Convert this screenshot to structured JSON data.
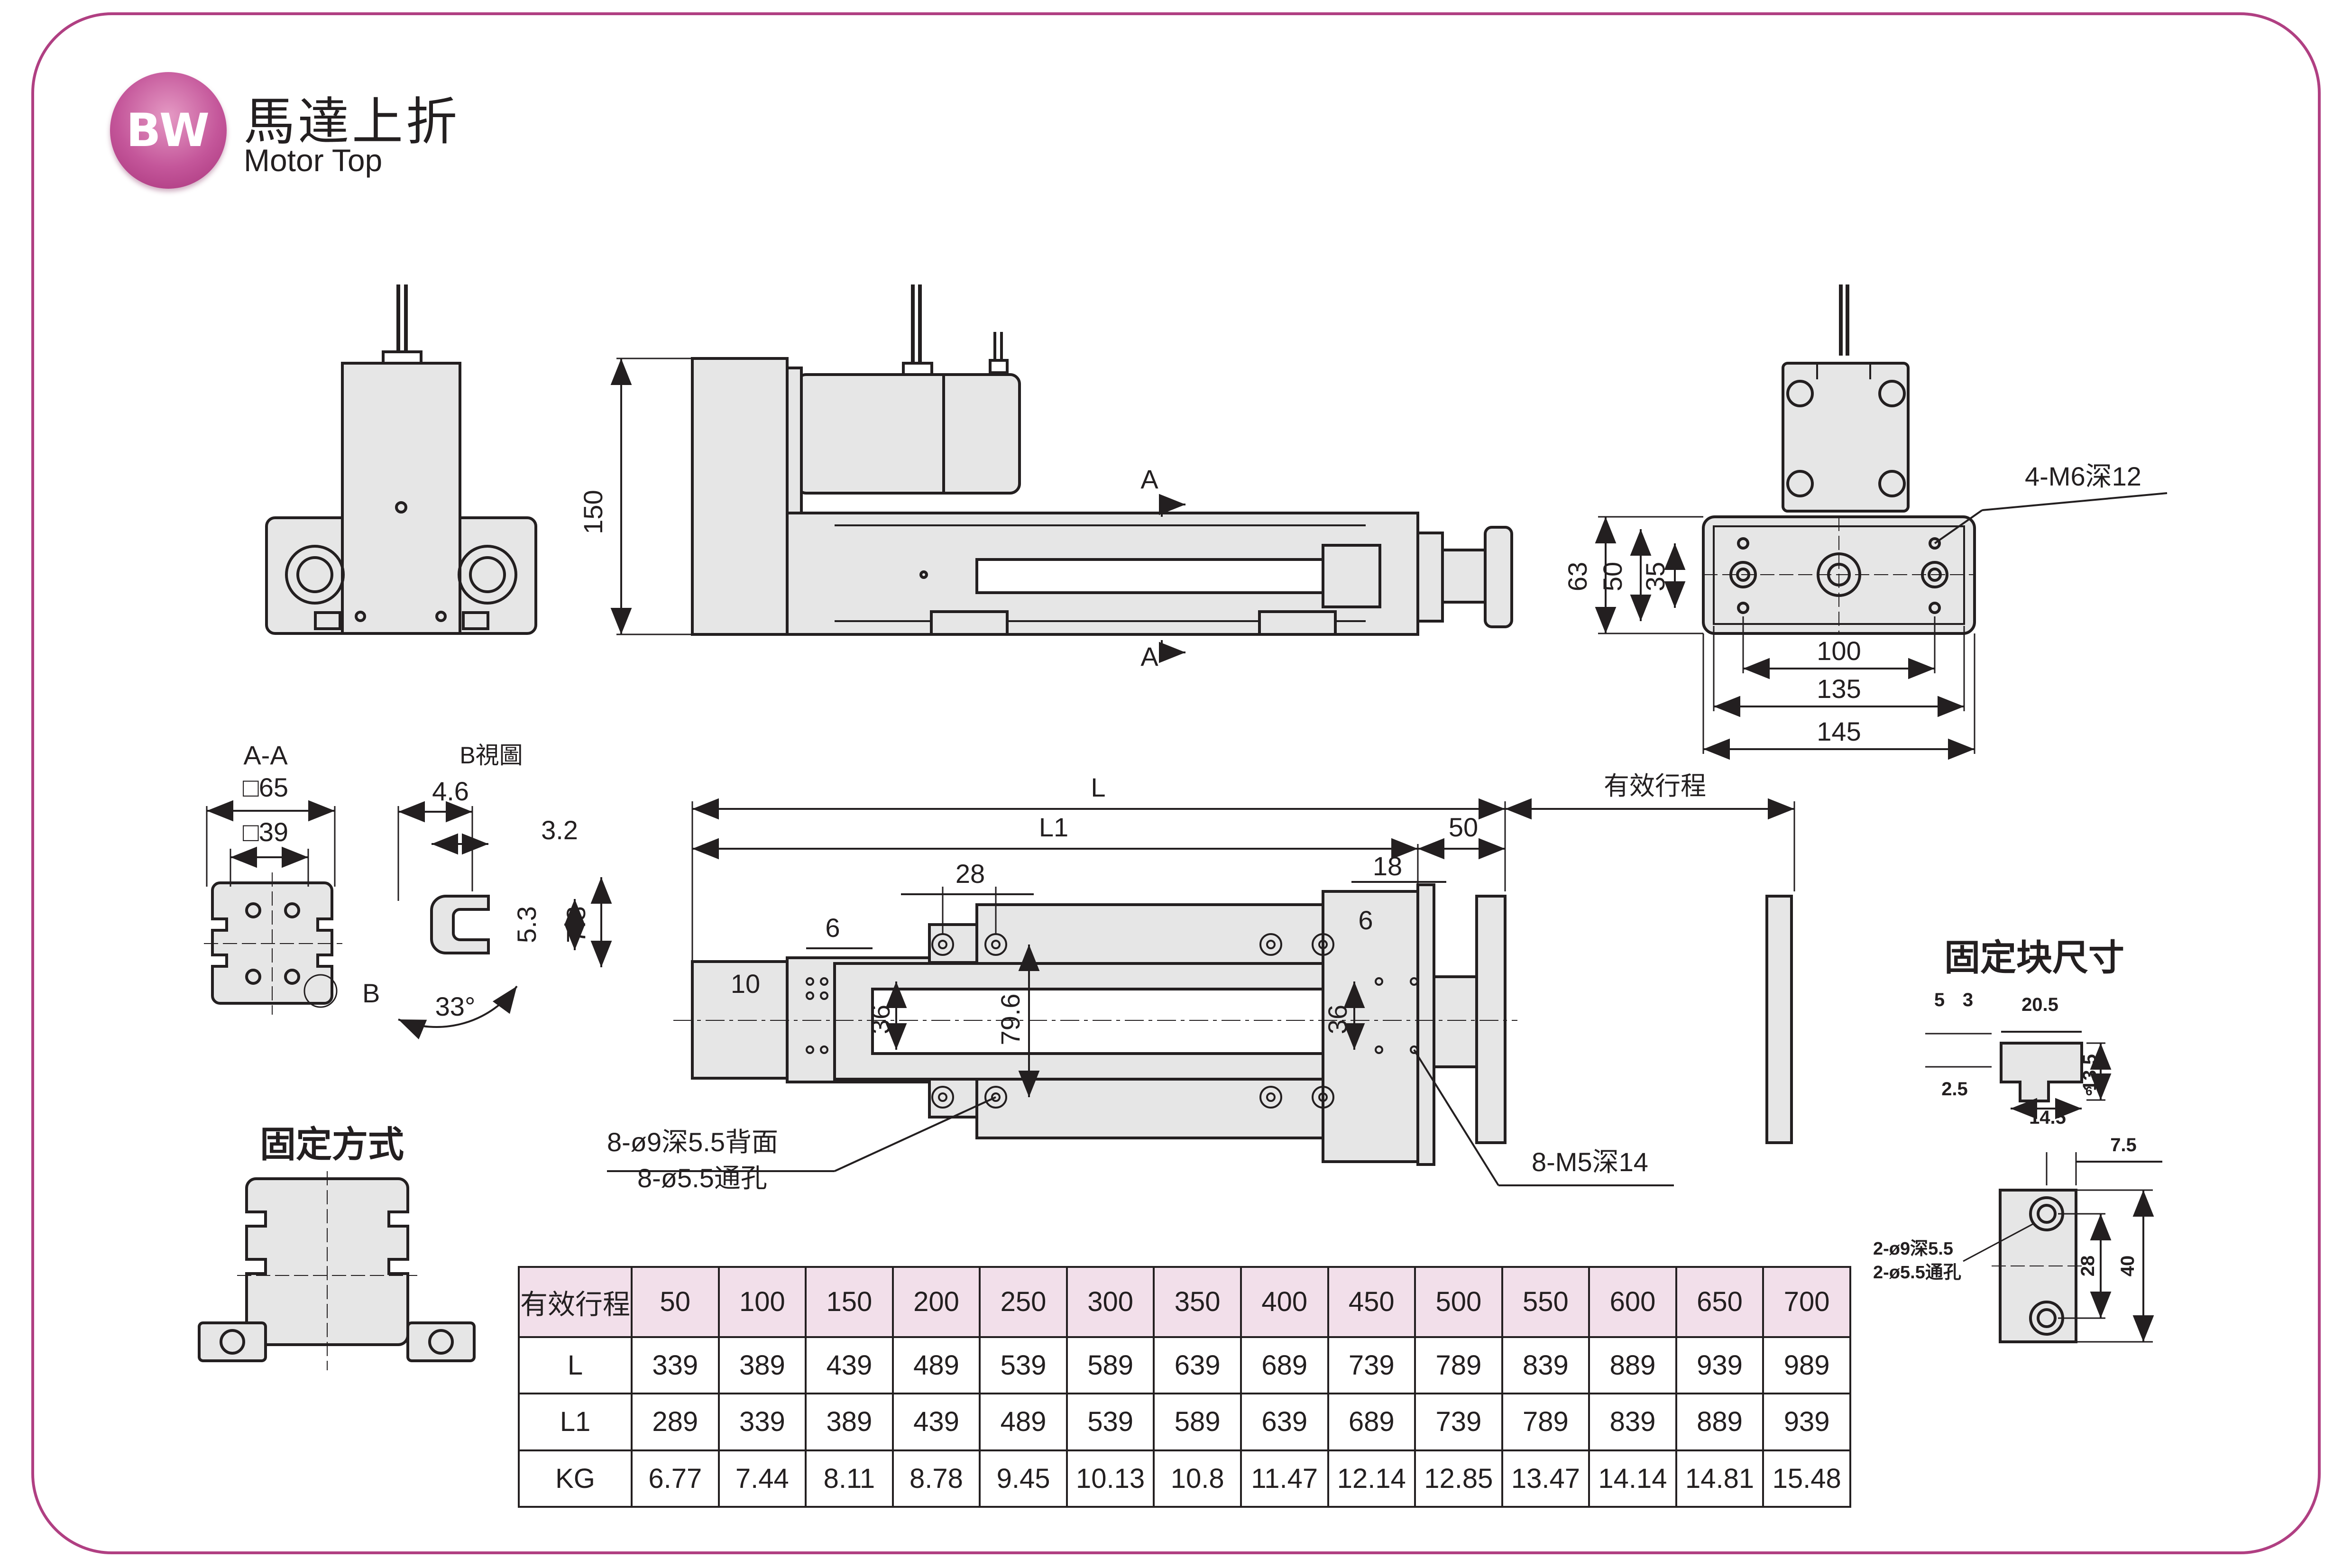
{
  "header": {
    "badge": "BW",
    "title_zh": "馬達上折",
    "title_en": "Motor Top"
  },
  "colors": {
    "brand": "#b03f82",
    "badge_light": "#e59ac4",
    "table_header_bg": "#f2dfea",
    "line": "#231f20",
    "body_fill": "#e6e6e6"
  },
  "drawing": {
    "side_view": {
      "height_dim": "150",
      "section_top": "A",
      "section_bottom": "A"
    },
    "end_view": {
      "callout": "4-M6深12",
      "dims_v": [
        "63",
        "50",
        "35"
      ],
      "dims_h": [
        "100",
        "135",
        "145"
      ]
    },
    "section_aa": {
      "title": "A-A",
      "outer": "□65",
      "inner": "□39",
      "view_marker": "B"
    },
    "view_b": {
      "title": "B視圖",
      "dims": [
        "4.6",
        "3.2",
        "5.3",
        "7.3",
        "33°"
      ]
    },
    "plan_view": {
      "dims": [
        "L",
        "L1",
        "50",
        "28",
        "18",
        "6",
        "6",
        "10",
        "36",
        "79.6",
        "36"
      ],
      "stroke_label": "有效行程",
      "callout_left_1": "8-ø9深5.5背面",
      "callout_left_2": "8-ø5.5通孔",
      "callout_right": "8-M5深14"
    },
    "mounting": {
      "title": "固定方式"
    },
    "block": {
      "title": "固定块尺寸",
      "dims_top": [
        "5",
        "3",
        "20.5",
        "2.5",
        "14.5",
        "13.5",
        "6"
      ],
      "dims_side": [
        "7.5",
        "28",
        "40"
      ],
      "callout_1": "2-ø9深5.5",
      "callout_2": "2-ø5.5通孔"
    }
  },
  "spec_table": {
    "header_label": "有效行程",
    "strokes": [
      "50",
      "100",
      "150",
      "200",
      "250",
      "300",
      "350",
      "400",
      "450",
      "500",
      "550",
      "600",
      "650",
      "700"
    ],
    "rows": [
      {
        "label": "L",
        "values": [
          "339",
          "389",
          "439",
          "489",
          "539",
          "589",
          "639",
          "689",
          "739",
          "789",
          "839",
          "889",
          "939",
          "989"
        ]
      },
      {
        "label": "L1",
        "values": [
          "289",
          "339",
          "389",
          "439",
          "489",
          "539",
          "589",
          "639",
          "689",
          "739",
          "789",
          "839",
          "889",
          "939"
        ]
      },
      {
        "label": "KG",
        "values": [
          "6.77",
          "7.44",
          "8.11",
          "8.78",
          "9.45",
          "10.13",
          "10.8",
          "11.47",
          "12.14",
          "12.85",
          "13.47",
          "14.14",
          "14.81",
          "15.48"
        ]
      }
    ]
  }
}
